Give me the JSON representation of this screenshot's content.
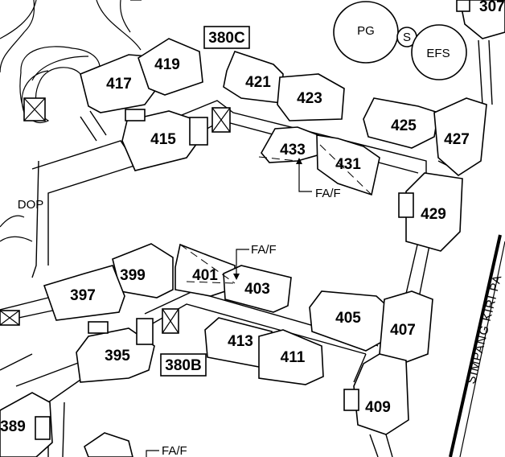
{
  "blocks": {
    "b307": "307",
    "b380c": "380C",
    "b380b": "380B",
    "b389": "389",
    "b395": "395",
    "b397": "397",
    "b399": "399",
    "b401": "401",
    "b403": "403",
    "b405": "405",
    "b407": "407",
    "b409": "409",
    "b411": "411",
    "b413": "413",
    "b415": "415",
    "b417": "417",
    "b419": "419",
    "b421": "421",
    "b423": "423",
    "b425": "425",
    "b427": "427",
    "b429": "429",
    "b431": "431",
    "b433": "433"
  },
  "facilities": {
    "pg": "PG",
    "s": "S",
    "efs": "EFS",
    "dop": "DOP",
    "fa_f_1": "FA/F",
    "fa_f_2": "FA/F",
    "fa_f_3": "FA/F"
  },
  "roads": {
    "simpang_kiri": "SIMPANG KIRI PA"
  }
}
